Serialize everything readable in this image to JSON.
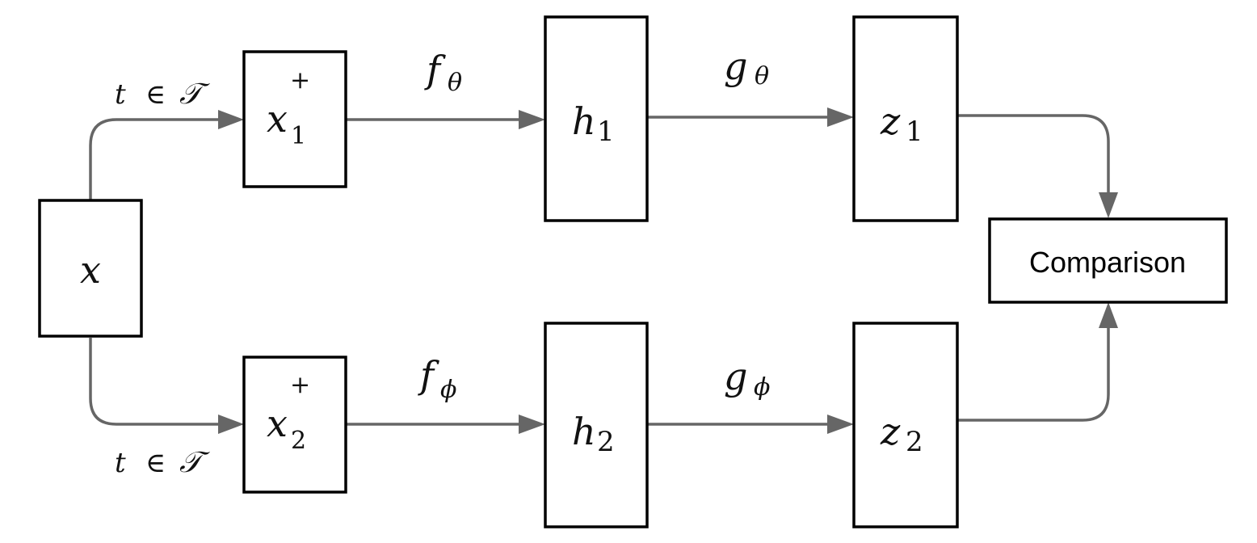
{
  "nodes": {
    "input": {
      "symbol": "x"
    },
    "view1": {
      "symbol": "x",
      "sub": "1",
      "sup": "+"
    },
    "view2": {
      "symbol": "x",
      "sub": "2",
      "sup": "+"
    },
    "rep1": {
      "symbol": "h",
      "sub": "1"
    },
    "rep2": {
      "symbol": "h",
      "sub": "2"
    },
    "proj1": {
      "symbol": "z",
      "sub": "1"
    },
    "proj2": {
      "symbol": "z",
      "sub": "2"
    },
    "comparison": {
      "label": "Comparison"
    }
  },
  "edges": {
    "aug_top": {
      "t": "t",
      "in": "∈",
      "set": "𝒯"
    },
    "aug_bottom": {
      "t": "t",
      "in": "∈",
      "set": "𝒯"
    },
    "encoder_top": {
      "symbol": "f",
      "sub": "θ"
    },
    "encoder_bottom": {
      "symbol": "f",
      "sub": "ϕ"
    },
    "projector_top": {
      "symbol": "g",
      "sub": "θ"
    },
    "projector_bottom": {
      "symbol": "g",
      "sub": "ϕ"
    }
  },
  "colors": {
    "box_stroke": "#000000",
    "arrow": "#666666",
    "text": "#111111"
  }
}
